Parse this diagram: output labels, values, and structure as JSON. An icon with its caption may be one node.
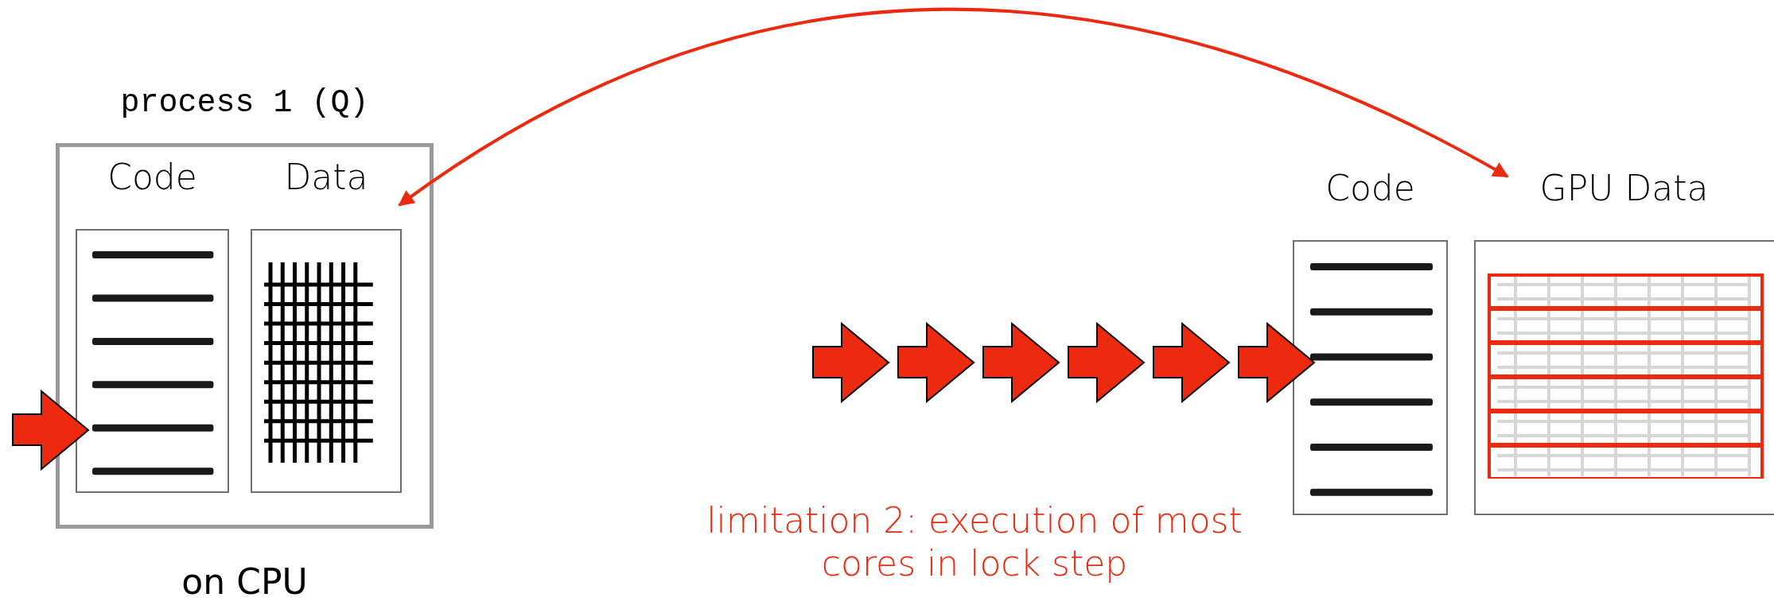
{
  "diagram": {
    "nodes": [
      {
        "text": [
          "process 1 (Q)"
        ],
        "beside": [
          "on CPU"
        ]
      },
      {
        "text": [
          "Code"
        ],
        "in": 0
      },
      {
        "text": [
          "Data"
        ],
        "in": 0
      },
      {
        "text": [
          "Code"
        ]
      },
      {
        "text": [
          "GPU Data"
        ]
      }
    ],
    "edges": [
      {
        "from": 2,
        "to": 4,
        "arrow": "both"
      }
    ],
    "labels": [
      "limitation 2: execution of most cores in lock step"
    ]
  }
}
